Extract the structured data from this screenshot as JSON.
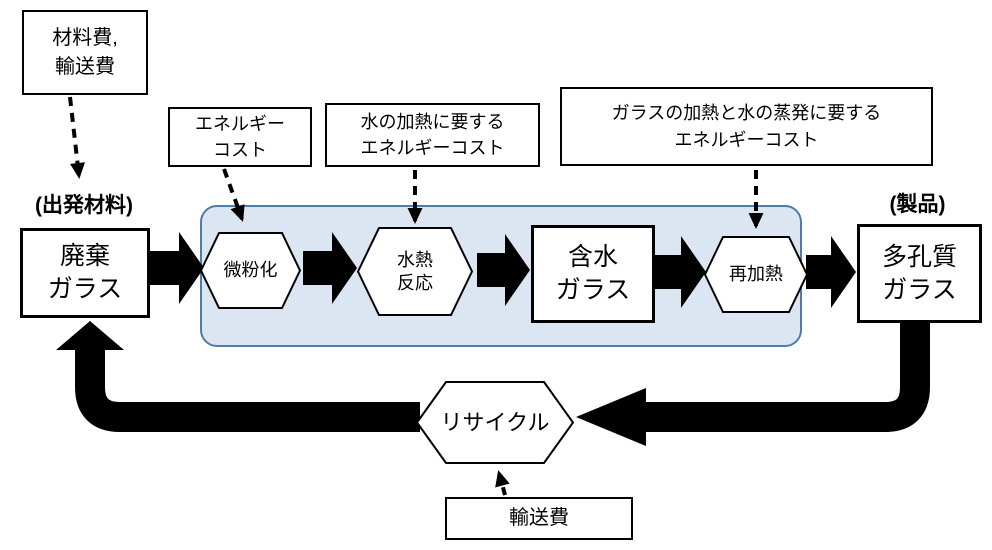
{
  "diagram_title": "glass-recycling-process-flow",
  "annotations": {
    "material_transport_cost": "材料費,\n輸送費",
    "energy_cost": "エネルギー\nコスト",
    "water_heating_cost": "水の加熱に要する\nエネルギーコスト",
    "glass_heating_cost": "ガラスの加熱と水の蒸発に要する\nエネルギーコスト",
    "transport_cost": "輸送費"
  },
  "stages": {
    "start_label": "(出発材料)",
    "product_label": "(製品)",
    "waste_glass": "廃棄\nガラス",
    "hydrated_glass": "含水\nガラス",
    "porous_glass": "多孔質\nガラス"
  },
  "processes": {
    "pulverization": "微粉化",
    "hydrothermal_reaction": "水熱\n反応",
    "reheating": "再加熱",
    "recycle": "リサイクル"
  },
  "colors": {
    "process_area_fill": "#dce6f2",
    "process_area_border": "#4f7cac",
    "arrow_color": "#000000",
    "shape_fill": "#ffffff",
    "shape_border": "#000000"
  }
}
